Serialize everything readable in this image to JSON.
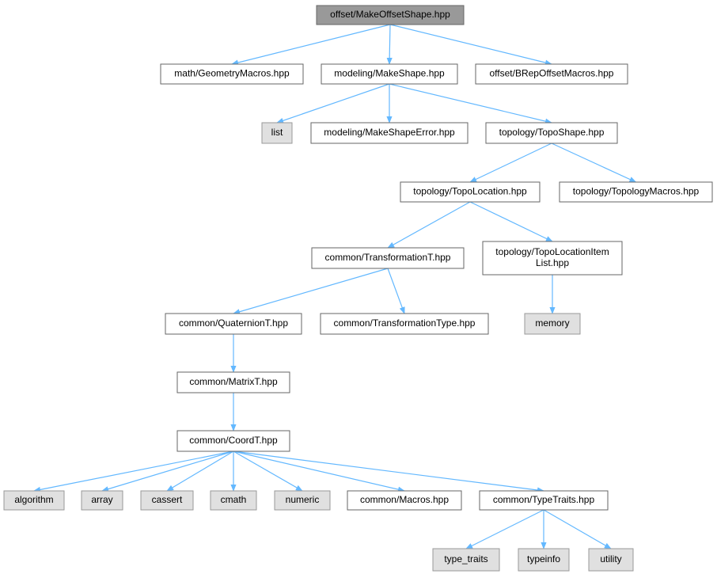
{
  "colors": {
    "root_fill": "#999999",
    "root_stroke": "#666666",
    "internal_fill": "#ffffff",
    "internal_stroke": "#666666",
    "external_fill": "#e0e0e0",
    "external_stroke": "#999999",
    "edge": "#63b8ff"
  },
  "nodes": {
    "root": {
      "lines": [
        "offset/MakeOffsetShape.hpp"
      ],
      "kind": "root"
    },
    "geommacros": {
      "lines": [
        "math/GeometryMacros.hpp"
      ],
      "kind": "internal"
    },
    "makeshape": {
      "lines": [
        "modeling/MakeShape.hpp"
      ],
      "kind": "internal"
    },
    "brepoffset": {
      "lines": [
        "offset/BRepOffsetMacros.hpp"
      ],
      "kind": "internal"
    },
    "list": {
      "lines": [
        "list"
      ],
      "kind": "external"
    },
    "makeshapeerror": {
      "lines": [
        "modeling/MakeShapeError.hpp"
      ],
      "kind": "internal"
    },
    "toposhape": {
      "lines": [
        "topology/TopoShape.hpp"
      ],
      "kind": "internal"
    },
    "topolocation": {
      "lines": [
        "topology/TopoLocation.hpp"
      ],
      "kind": "internal"
    },
    "topomacros": {
      "lines": [
        "topology/TopologyMacros.hpp"
      ],
      "kind": "internal"
    },
    "transformation": {
      "lines": [
        "common/TransformationT.hpp"
      ],
      "kind": "internal"
    },
    "topolocitemlist": {
      "lines": [
        "topology/TopoLocationItem",
        "List.hpp"
      ],
      "kind": "internal"
    },
    "quaternion": {
      "lines": [
        "common/QuaternionT.hpp"
      ],
      "kind": "internal"
    },
    "transftype": {
      "lines": [
        "common/TransformationType.hpp"
      ],
      "kind": "internal"
    },
    "memory": {
      "lines": [
        "memory"
      ],
      "kind": "external"
    },
    "matrix": {
      "lines": [
        "common/MatrixT.hpp"
      ],
      "kind": "internal"
    },
    "coord": {
      "lines": [
        "common/CoordT.hpp"
      ],
      "kind": "internal"
    },
    "algorithm": {
      "lines": [
        "algorithm"
      ],
      "kind": "external"
    },
    "array": {
      "lines": [
        "array"
      ],
      "kind": "external"
    },
    "cassert": {
      "lines": [
        "cassert"
      ],
      "kind": "external"
    },
    "cmath": {
      "lines": [
        "cmath"
      ],
      "kind": "external"
    },
    "numeric": {
      "lines": [
        "numeric"
      ],
      "kind": "external"
    },
    "macros": {
      "lines": [
        "common/Macros.hpp"
      ],
      "kind": "internal"
    },
    "typetraits": {
      "lines": [
        "common/TypeTraits.hpp"
      ],
      "kind": "internal"
    },
    "type_traits": {
      "lines": [
        "type_traits"
      ],
      "kind": "external"
    },
    "typeinfo": {
      "lines": [
        "typeinfo"
      ],
      "kind": "external"
    },
    "utility": {
      "lines": [
        "utility"
      ],
      "kind": "external"
    }
  },
  "edges": [
    [
      "root",
      "geommacros"
    ],
    [
      "root",
      "makeshape"
    ],
    [
      "root",
      "brepoffset"
    ],
    [
      "makeshape",
      "list"
    ],
    [
      "makeshape",
      "makeshapeerror"
    ],
    [
      "makeshape",
      "toposhape"
    ],
    [
      "toposhape",
      "topolocation"
    ],
    [
      "toposhape",
      "topomacros"
    ],
    [
      "topolocation",
      "transformation"
    ],
    [
      "topolocation",
      "topolocitemlist"
    ],
    [
      "transformation",
      "quaternion"
    ],
    [
      "transformation",
      "transftype"
    ],
    [
      "topolocitemlist",
      "memory"
    ],
    [
      "quaternion",
      "matrix"
    ],
    [
      "matrix",
      "coord"
    ],
    [
      "coord",
      "algorithm"
    ],
    [
      "coord",
      "array"
    ],
    [
      "coord",
      "cassert"
    ],
    [
      "coord",
      "cmath"
    ],
    [
      "coord",
      "numeric"
    ],
    [
      "coord",
      "macros"
    ],
    [
      "coord",
      "typetraits"
    ],
    [
      "typetraits",
      "type_traits"
    ],
    [
      "typetraits",
      "typeinfo"
    ],
    [
      "typetraits",
      "utility"
    ]
  ]
}
